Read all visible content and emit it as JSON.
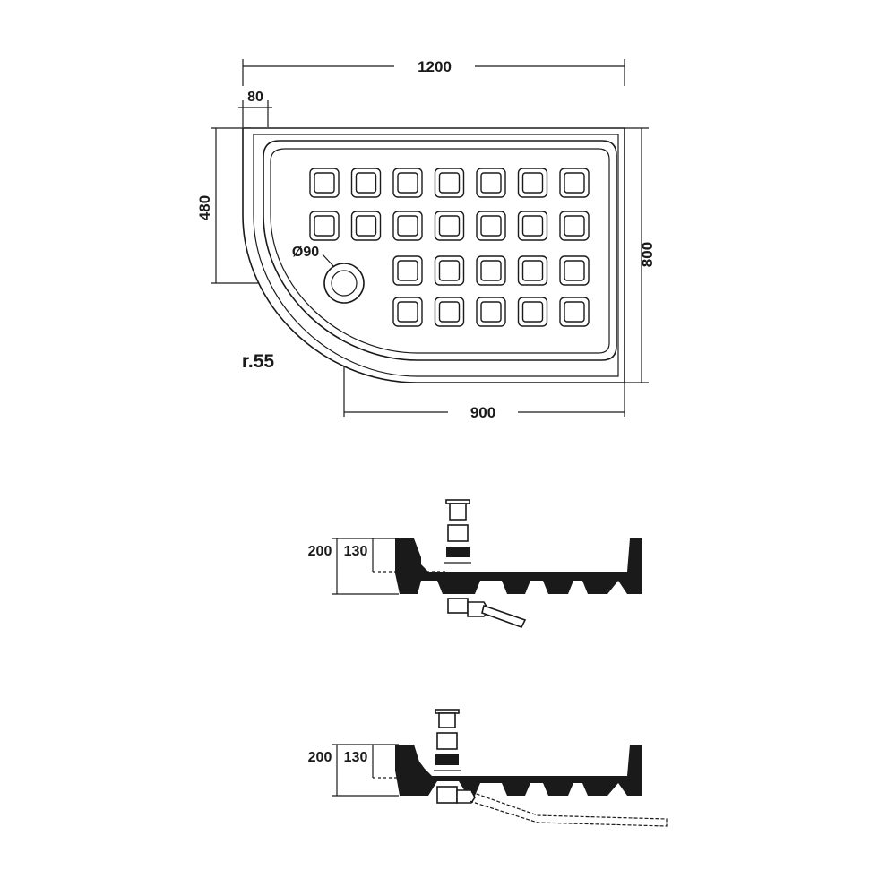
{
  "plan": {
    "dim_length": "1200",
    "dim_width": "800",
    "dim_offset": "80",
    "dim_side": "480",
    "dim_bottom": "900",
    "drain_label": "Ø90",
    "radius_label": "r.55",
    "pad_rows": [
      7,
      7,
      5,
      5
    ]
  },
  "section_a": {
    "height_total": "200",
    "height_inner": "130"
  },
  "section_b": {
    "height_total": "200",
    "height_inner": "130"
  }
}
